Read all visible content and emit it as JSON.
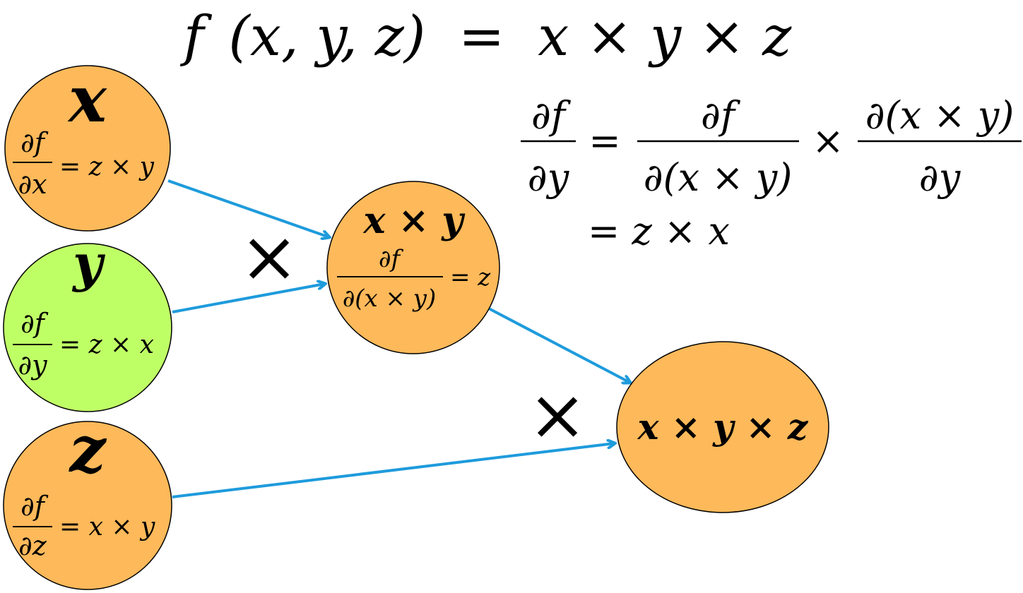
{
  "title": {
    "lhs": "f",
    "args": "(x, y, z)",
    "eq": "=",
    "rhs": "x × y × z"
  },
  "nodes": {
    "x": {
      "label": "x",
      "color": "#FDB95A",
      "grad_num": "∂f",
      "grad_den": "∂x",
      "grad_val": "= z × y"
    },
    "y": {
      "label": "y",
      "color": "#BFFF66",
      "grad_num": "∂f",
      "grad_den": "∂y",
      "grad_val": "= z × x"
    },
    "z": {
      "label": "z",
      "color": "#FDB95A",
      "grad_num": "∂f",
      "grad_den": "∂z",
      "grad_val": "= x × y"
    },
    "xy": {
      "label": "x × y",
      "color": "#FDB95A",
      "grad_num": "∂f",
      "grad_den": "∂(x × y)",
      "grad_val": "= z"
    },
    "xyz": {
      "label": "x × y × z",
      "color": "#FDB95A"
    }
  },
  "operators": {
    "op1": "×",
    "op2": "×"
  },
  "chain_rule": {
    "lhs_num": "∂f",
    "lhs_den": "∂y",
    "eq": "=",
    "f1_num": "∂f",
    "f1_den": "∂(x × y)",
    "times": "×",
    "f2_num": "∂(x × y)",
    "f2_den": "∂y",
    "result": "= z × x"
  },
  "colors": {
    "edge": "#1E9BDC",
    "outline": "#000000"
  }
}
